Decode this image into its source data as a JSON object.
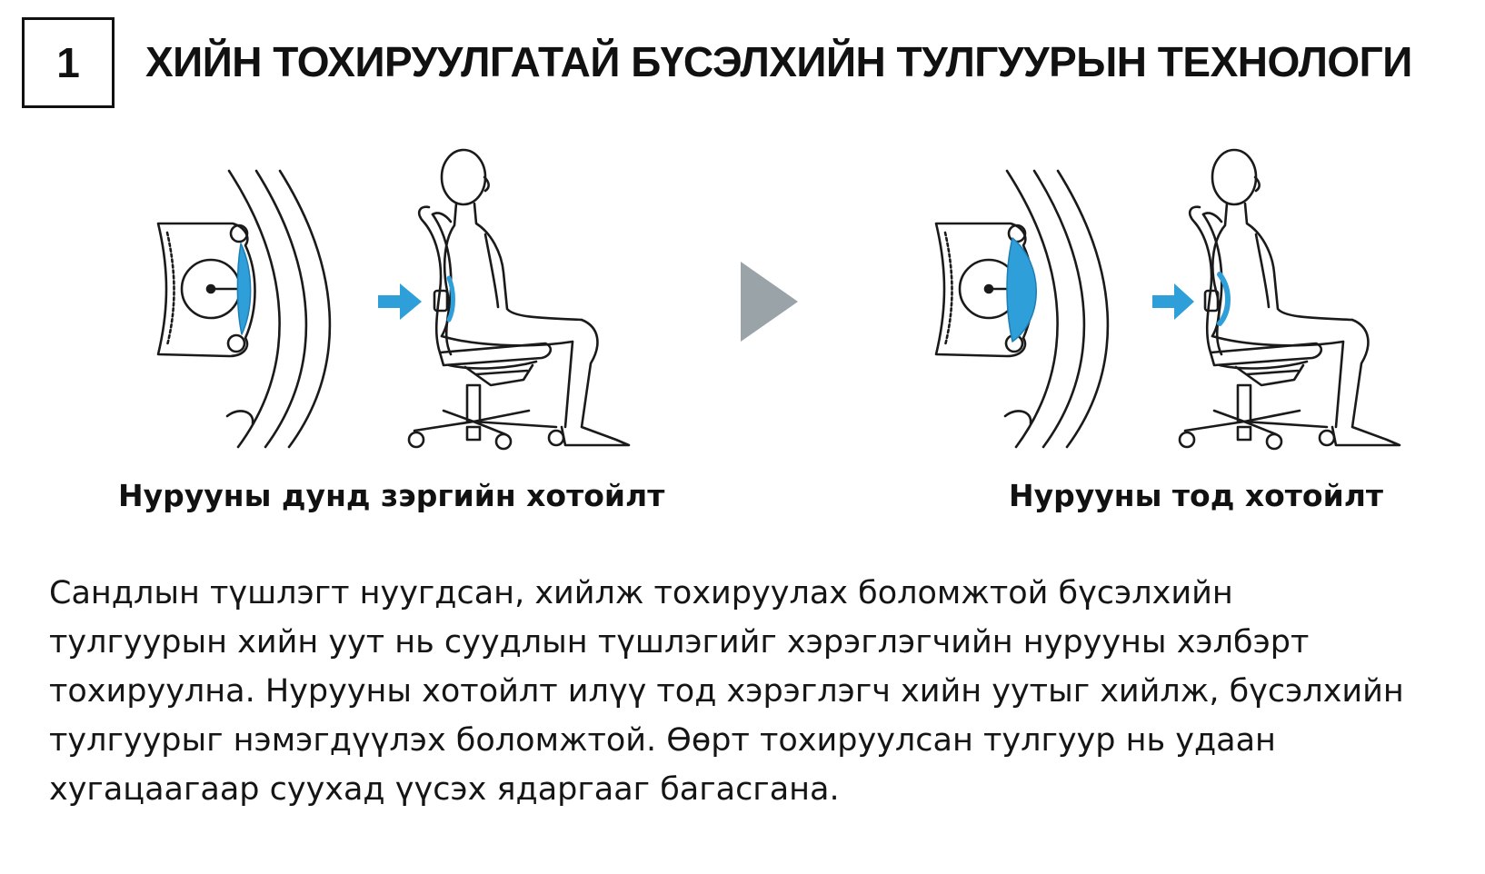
{
  "step_number": "1",
  "title": "ХИЙН ТОХИРУУЛГАТАЙ БҮСЭЛХИЙН ТУЛГУУРЫН ТЕХНОЛОГИ",
  "panels": [
    {
      "caption": "Нурууны дунд зэргийн хотойлт"
    },
    {
      "caption": "Нурууны тод хотойлт"
    }
  ],
  "description_lines": [
    "Сандлын түшлэгт нуугдсан, хийлж тохируулах боломжтой бүсэлхийн",
    "тулгуурын хийн уут нь суудлын түшлэгийг хэрэглэгчийн нурууны хэлбэрт",
    "тохируулна. Нурууны хотойлт илүү тод хэрэглэгч хийн уутыг хийлж, бүсэлхийн",
    "тулгуурыг нэмэгдүүлэх боломжтой. Өөрт тохируулсан тулгуур нь удаан",
    "хугацаагаар суухад үүсэх ядаргааг багасгана."
  ],
  "colors": {
    "accent_blue": "#2e9fd8",
    "line": "#1a1a1a",
    "transition_arrow": "#9aa3a8"
  },
  "icons": {
    "push_arrow": "right-arrow-icon",
    "transition": "play-triangle-icon"
  }
}
